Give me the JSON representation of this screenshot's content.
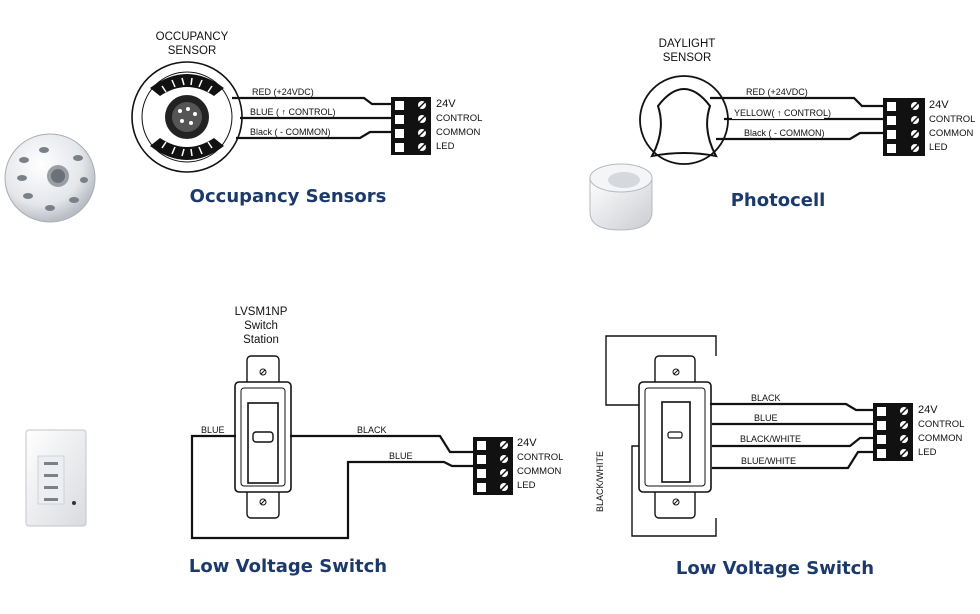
{
  "sections": [
    {
      "title": "Occupancy Sensors",
      "device_label_lines": [
        "OCCUPANCY",
        "SENSOR"
      ],
      "wires": [
        "RED (+24VDC)",
        "BLUE ( ↑ CONTROL)",
        "Black ( - COMMON)"
      ],
      "terminals": [
        "24V",
        "CONTROL",
        "COMMON",
        "LED"
      ]
    },
    {
      "title": "Photocell",
      "device_label_lines": [
        "DAYLIGHT",
        "SENSOR"
      ],
      "wires": [
        "RED (+24VDC)",
        "YELLOW( ↑ CONTROL)",
        "Black ( - COMMON)"
      ],
      "terminals": [
        "24V",
        "CONTROL",
        "COMMON",
        "LED"
      ]
    },
    {
      "title": "Low Voltage Switch",
      "device_label_lines": [
        "LVSM1NP",
        "Switch",
        "Station"
      ],
      "wires": [
        "BLUE",
        "BLACK",
        "BLUE"
      ],
      "terminals": [
        "24V",
        "CONTROL",
        "COMMON",
        "LED"
      ]
    },
    {
      "title": "Low Voltage Switch",
      "wires": [
        "BLACK",
        "BLUE",
        "BLACK/WHITE",
        "BLUE/WHITE",
        "BLACK/WHITE"
      ],
      "terminals": [
        "24V",
        "CONTROL",
        "COMMON",
        "LED"
      ]
    }
  ],
  "colors": {
    "title": "#1b3a6b",
    "line": "#111111"
  }
}
